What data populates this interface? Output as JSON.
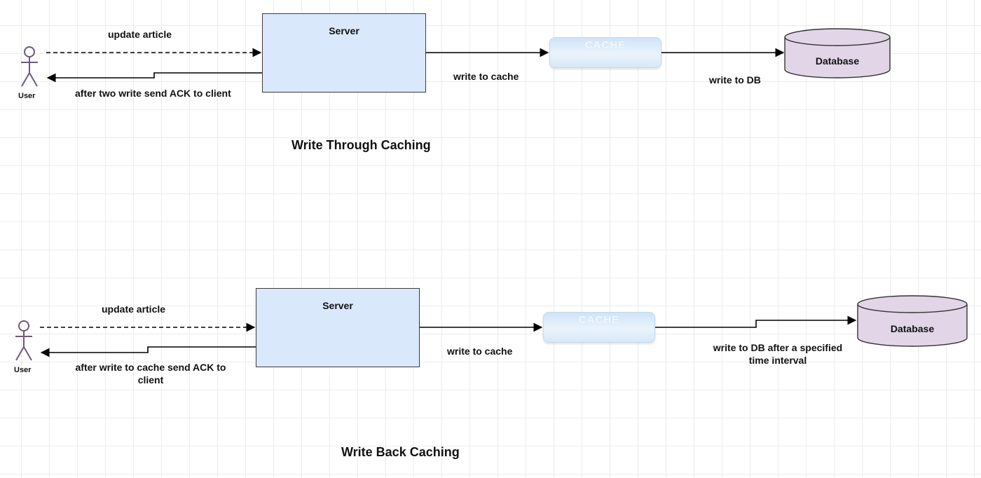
{
  "write_through": {
    "title": "Write Through Caching",
    "user_label": "User",
    "update_label": "update article",
    "ack_label": "after two write send ACK to client",
    "server_label": "Server",
    "cache_label": "CACHE",
    "write_cache_label": "write to cache",
    "write_db_label": "write to DB",
    "database_label": "Database"
  },
  "write_back": {
    "title": "Write Back Caching",
    "user_label": "User",
    "update_label": "update article",
    "ack_label_line1": "after write to cache send ACK to",
    "ack_label_line2": "client",
    "server_label": "Server",
    "cache_label": "CACHE",
    "write_cache_label": "write to cache",
    "write_db_label_line1": "write to DB after a specified",
    "write_db_label_line2": "time interval",
    "database_label": "Database"
  },
  "colors": {
    "server_fill": "#dae8fc",
    "database_fill": "#e1d5e7",
    "cache_fill": "#cfe4f8",
    "stroke": "#000000"
  }
}
